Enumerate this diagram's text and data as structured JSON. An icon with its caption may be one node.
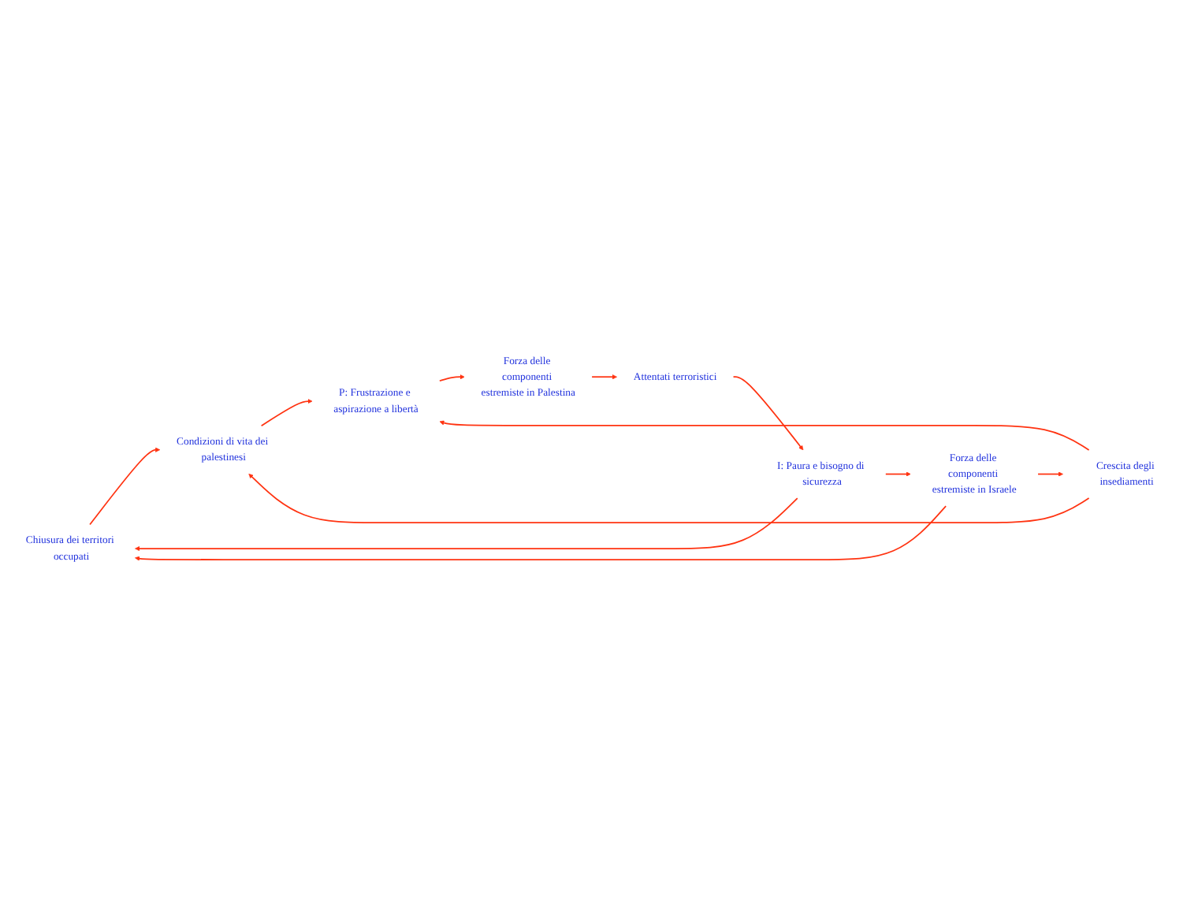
{
  "diagram": {
    "nodes": [
      {
        "text": [
          "Chiusura dei territori occupati"
        ]
      },
      {
        "text": [
          "I: Paura e bisogno di sicurezza"
        ]
      },
      {
        "text": [
          "P: Frustrazione e aspirazione a libertà"
        ]
      },
      {
        "text": [
          "Condizioni di vita dei palestinesi"
        ]
      },
      {
        "text": [
          "Forza delle componenti estremiste in Israele"
        ]
      },
      {
        "text": [
          "Crescita degli insediamenti"
        ]
      },
      {
        "text": [
          "Forza delle componenti estremiste in Palestina"
        ]
      },
      {
        "text": [
          "Attentati terroristici"
        ]
      }
    ],
    "edges": [
      {
        "from": 1,
        "to": 0,
        "arrow": "to"
      },
      {
        "from": 1,
        "to": 4,
        "arrow": "to"
      },
      {
        "from": 4,
        "to": 0,
        "arrow": "to"
      },
      {
        "from": 0,
        "to": 3,
        "arrow": "to"
      },
      {
        "from": 3,
        "to": 2,
        "arrow": "to"
      },
      {
        "from": 4,
        "to": 5,
        "arrow": "to"
      },
      {
        "from": 5,
        "to": 3,
        "arrow": "to"
      },
      {
        "from": 5,
        "to": 2,
        "arrow": "to"
      },
      {
        "from": 2,
        "to": 6,
        "arrow": "to"
      },
      {
        "from": 6,
        "to": 7,
        "arrow": "to"
      },
      {
        "from": 7,
        "to": 1,
        "arrow": "to"
      }
    ]
  }
}
